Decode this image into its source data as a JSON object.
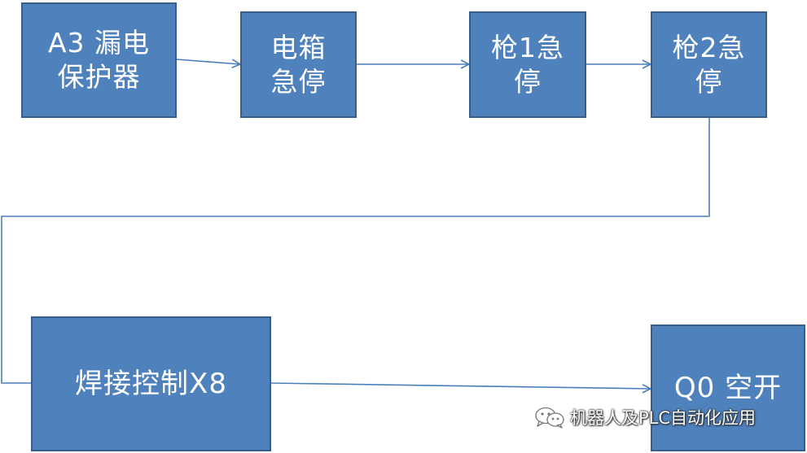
{
  "nodes": {
    "a3_leakage_protector": "A3 漏电\n保护器",
    "cabinet_estop": "电箱\n急停",
    "gun1_estop": "枪1急\n停",
    "gun2_estop": "枪2急\n停",
    "welding_control": "焊接控制X8",
    "q0_breaker": "Q0 空开"
  },
  "watermark": {
    "text": "机器人及PLC自动化应用",
    "icon": "wechat-icon"
  },
  "colors": {
    "box_fill": "#4f81bd",
    "box_border": "#385d8a",
    "connector": "#4a7ebb"
  }
}
